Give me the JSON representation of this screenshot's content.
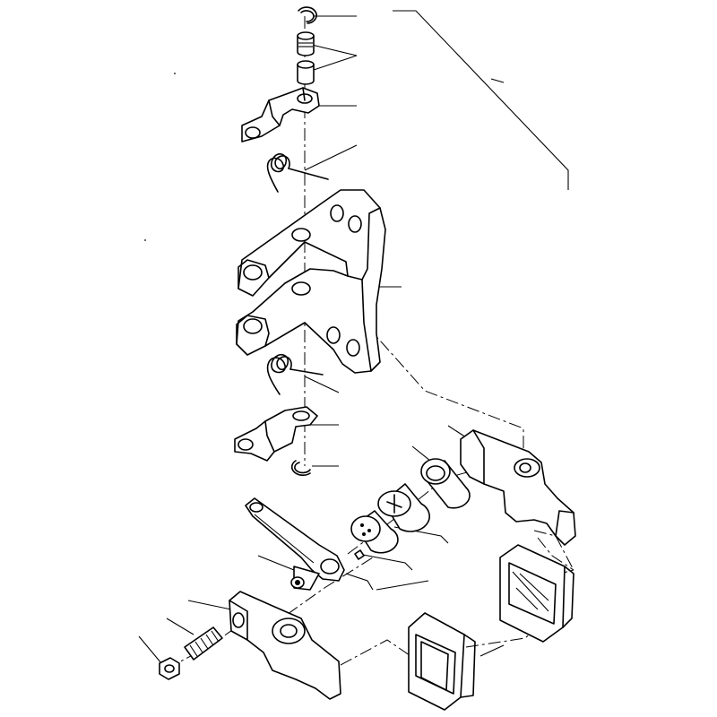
{
  "drawing": {
    "type": "exploded-parts-diagram",
    "labels_printed": false,
    "colors": {
      "ink": "#000000",
      "background": "#ffffff"
    },
    "parts": [
      "circlip-top",
      "pin-upper",
      "pin-lower",
      "lower-bracket-top",
      "torsion-spring-top",
      "main-bracket",
      "torsion-spring-bottom",
      "bracket-bottom",
      "circlip-bottom",
      "pivot-arm-right",
      "bushing",
      "cam-disc",
      "spring-disc",
      "lever-arm",
      "small-pin",
      "pivot-cone",
      "lower-arm",
      "threaded-screw",
      "hex-nut",
      "pad-plate",
      "clip-holder"
    ]
  }
}
